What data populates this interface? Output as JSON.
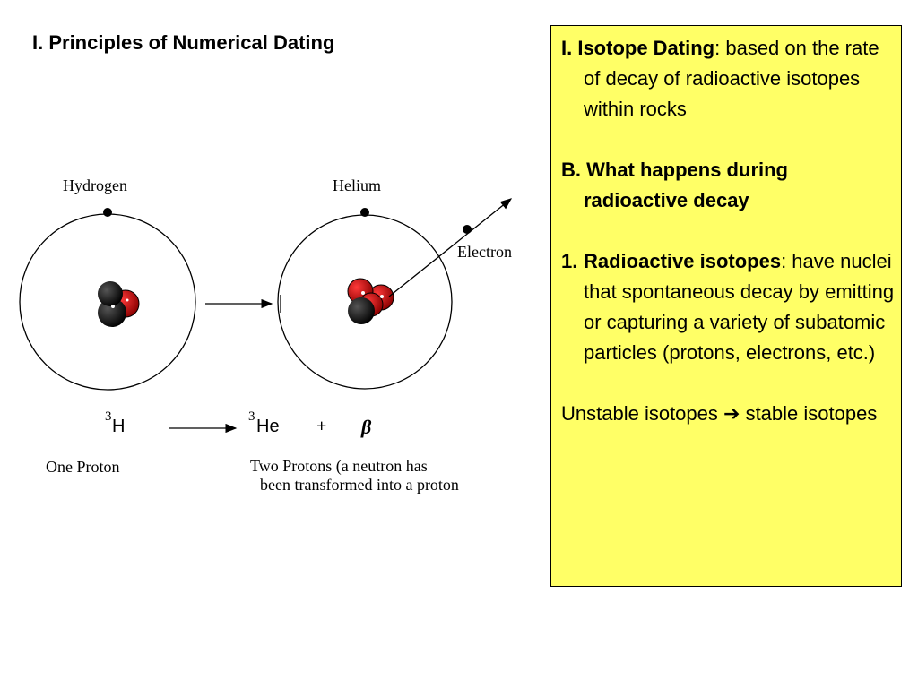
{
  "title": "I. Principles of Numerical Dating",
  "diagram": {
    "hydrogen_label": "Hydrogen",
    "helium_label": "Helium",
    "electron_label": "Electron",
    "h_superscript": "3",
    "h_symbol": "H",
    "he_superscript": "3",
    "he_symbol": "He",
    "plus": "+",
    "beta": "β",
    "one_proton": "One Proton",
    "two_protons_line1": "Two Protons (a neutron has",
    "two_protons_line2": "been transformed into a proton"
  },
  "notes": {
    "isotope_dating_term": "I. Isotope Dating",
    "isotope_dating_rest": ": based on the rate of decay of radioactive isotopes within rocks",
    "section_b": "B. What happens during radioactive decay",
    "item1_number": "1.",
    "item1_term": "Radioactive isotopes",
    "item1_rest": ": have nuclei that spontaneous decay by emitting or capturing a variety of subatomic particles (protons, electrons, etc.)",
    "unstable_left": "Unstable isotopes",
    "arrow_glyph": "➔",
    "unstable_right": " stable isotopes"
  }
}
